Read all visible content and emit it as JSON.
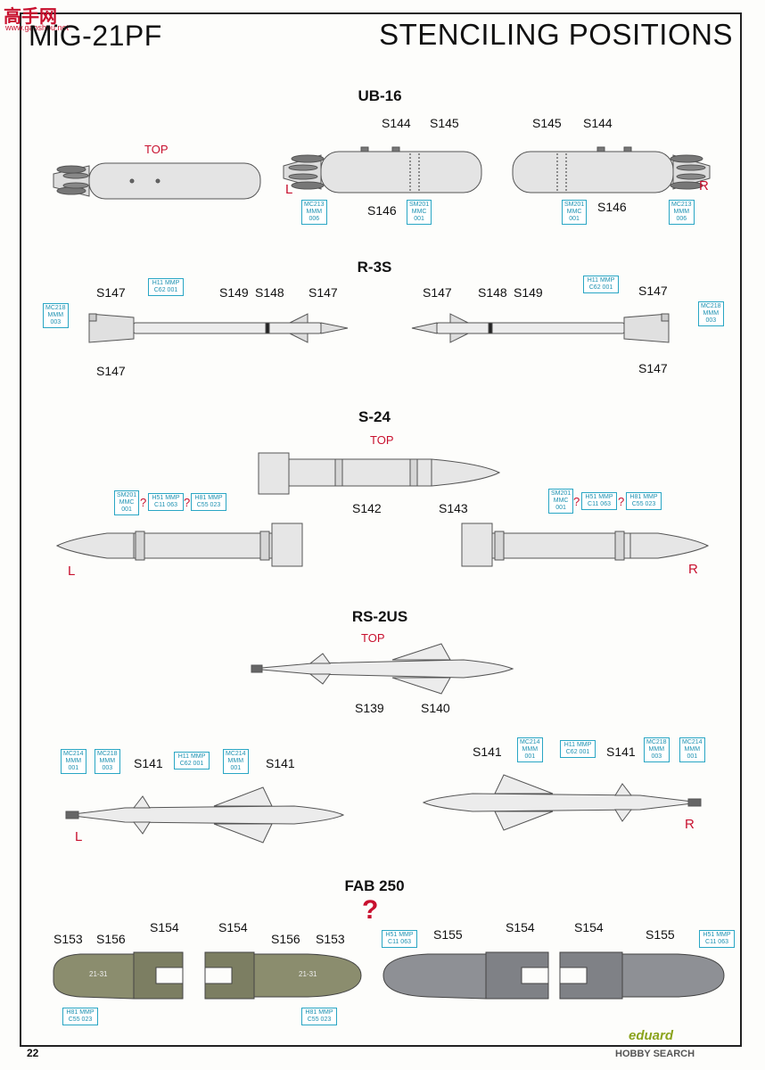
{
  "header": {
    "site_logo": "高手网",
    "site_url": "www.gaoshou.net",
    "model": "MiG-21PF",
    "title": "STENCILING POSITIONS"
  },
  "sections": {
    "ub16": {
      "title": "UB-16",
      "top": "TOP",
      "left_marker": "L",
      "right_marker": "R",
      "s144_a": "S144",
      "s145_a": "S145",
      "s146_a": "S146",
      "s145_b": "S145",
      "s144_b": "S144",
      "s146_b": "S146",
      "code_mc213_a": [
        "MC213",
        "MMM",
        "006"
      ],
      "code_sm201_a": [
        "SM201",
        "MMC",
        "001"
      ],
      "code_sm201_b": [
        "SM201",
        "MMC",
        "001"
      ],
      "code_mc213_b": [
        "MC213",
        "MMM",
        "006"
      ]
    },
    "r3s": {
      "title": "R-3S",
      "s147_a": "S147",
      "s149_a": "S149",
      "s148_a": "S148",
      "s147_b": "S147",
      "s147_c": "S147",
      "s147_d": "S147",
      "s148_b": "S148",
      "s149_b": "S149",
      "s147_e": "S147",
      "s147_f": "S147",
      "code_h11_a": [
        "H11",
        "MMP",
        "C62",
        "001"
      ],
      "code_mc218_a": [
        "MC218",
        "MMM",
        "003"
      ],
      "code_h11_b": [
        "H11",
        "MMP",
        "C62",
        "001"
      ],
      "code_mc218_b": [
        "MC218",
        "MMM",
        "003"
      ]
    },
    "s24": {
      "title": "S-24",
      "top": "TOP",
      "left_marker": "L",
      "right_marker": "R",
      "s142": "S142",
      "s143": "S143",
      "q": "?",
      "code_sm201_a": [
        "SM201",
        "MMC",
        "001"
      ],
      "code_h51_a": [
        "H51",
        "MMP",
        "C11",
        "063"
      ],
      "code_h81_a": [
        "H81",
        "MMP",
        "C55",
        "023"
      ],
      "code_sm201_b": [
        "SM201",
        "MMC",
        "001"
      ],
      "code_h51_b": [
        "H51",
        "MMP",
        "C11",
        "063"
      ],
      "code_h81_b": [
        "H81",
        "MMP",
        "C55",
        "023"
      ]
    },
    "rs2us": {
      "title": "RS-2US",
      "top": "TOP",
      "left_marker": "L",
      "right_marker": "R",
      "s139": "S139",
      "s140": "S140",
      "s141_a": "S141",
      "s141_b": "S141",
      "s141_c": "S141",
      "s141_d": "S141",
      "code_mc214_a": [
        "MC214",
        "MMM",
        "001"
      ],
      "code_mc218_a": [
        "MC218",
        "MMM",
        "003"
      ],
      "code_h11_a": [
        "H11",
        "MMP",
        "C62",
        "001"
      ],
      "code_mc214_b": [
        "MC214",
        "MMM",
        "001"
      ],
      "code_mc214_c": [
        "MC214",
        "MMM",
        "001"
      ],
      "code_h11_b": [
        "H11",
        "MMP",
        "C62",
        "001"
      ],
      "code_mc218_b": [
        "MC218",
        "MMM",
        "003"
      ],
      "code_mc214_d": [
        "MC214",
        "MMM",
        "001"
      ]
    },
    "fab250": {
      "title": "FAB 250",
      "q": "?",
      "s153_a": "S153",
      "s156_a": "S156",
      "s154_a": "S154",
      "s154_b": "S154",
      "s156_b": "S156",
      "s153_b": "S153",
      "s155_a": "S155",
      "s154_c": "S154",
      "s154_d": "S154",
      "s155_b": "S155",
      "code_h81_a": [
        "H81",
        "MMP",
        "C55",
        "023"
      ],
      "code_h81_b": [
        "H81",
        "MMP",
        "C55",
        "023"
      ],
      "code_h51_a": [
        "H51",
        "MMP",
        "C11",
        "063"
      ],
      "code_h51_b": [
        "H51",
        "MMP",
        "C11",
        "063"
      ],
      "bomb_text_a": "21-31",
      "bomb_text_b": "21-31"
    }
  },
  "footer": {
    "page_number": "22",
    "brand": "eduard",
    "credit": "HOBBY SEARCH"
  },
  "colors": {
    "accent_red": "#c8102e",
    "code_blue": "#29a6c4",
    "olive": "#8b8d6e",
    "grey_bomb": "#8e9095"
  }
}
